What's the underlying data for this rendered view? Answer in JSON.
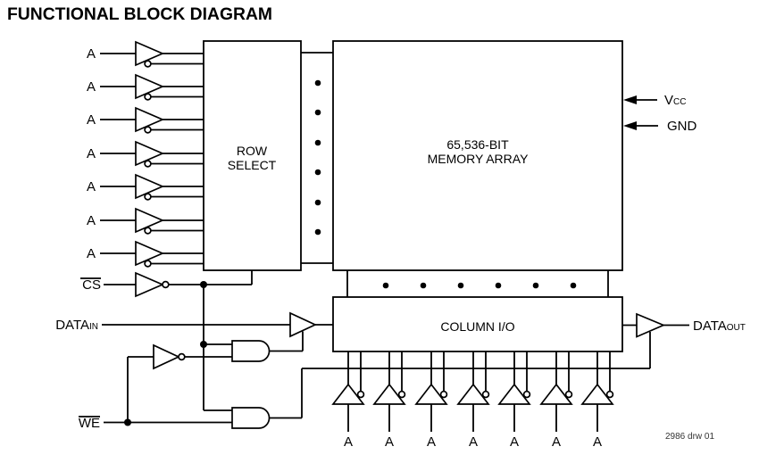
{
  "title": "FUNCTIONAL BLOCK DIAGRAM",
  "signals": {
    "address": "A",
    "chip_select": "CS",
    "write_enable": "WE",
    "data_in": {
      "base": "DATA",
      "sub": "IN"
    },
    "data_out": {
      "base": "DATA",
      "sub": "OUT"
    },
    "vcc": {
      "base": "V",
      "sub": "CC"
    },
    "gnd": "GND"
  },
  "blocks": {
    "row_select": {
      "line1": "ROW",
      "line2": "SELECT"
    },
    "memory_array": {
      "line1": "65,536-BIT",
      "line2": "MEMORY ARRAY"
    },
    "column_io": {
      "label": "COLUMN I/O"
    }
  },
  "counts": {
    "row_address_inputs": 7,
    "column_address_inputs": 7
  },
  "footer": {
    "drawing_number": "2986 drw 01"
  },
  "colors": {
    "line": "#000000",
    "background": "#ffffff",
    "text": "#000000"
  }
}
